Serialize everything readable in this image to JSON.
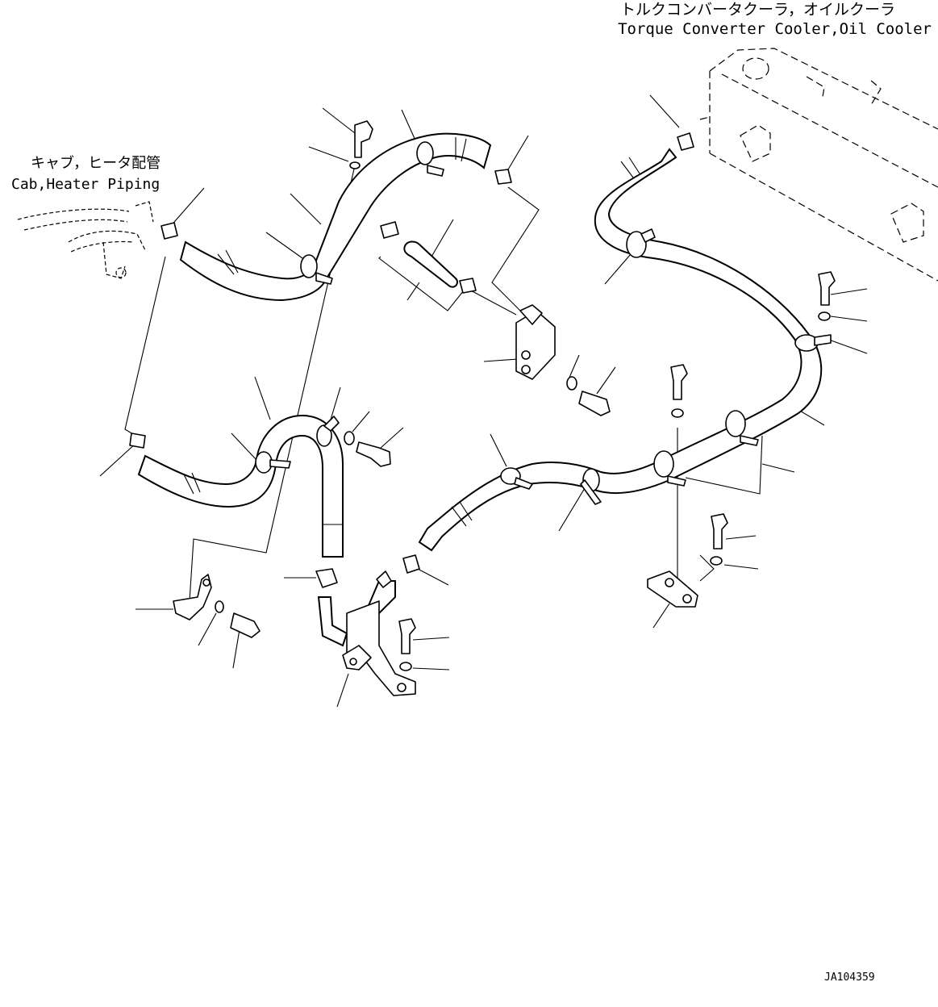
{
  "labels": {
    "torque_cooler_jp": "トルクコンバータクーラ，オイルクーラ",
    "torque_cooler_en": "Torque Converter Cooler,Oil Cooler",
    "cab_heater_jp": "キャブ，ヒータ配管",
    "cab_heater_en": "Cab,Heater Piping",
    "drawing_id": "JA104359"
  }
}
